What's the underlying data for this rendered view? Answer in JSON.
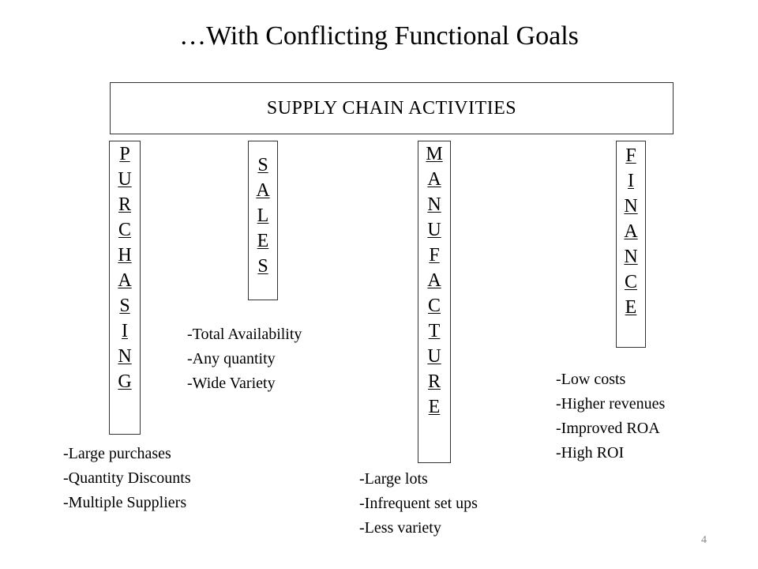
{
  "title": "…With Conflicting Functional Goals",
  "header": "SUPPLY CHAIN ACTIVITIES",
  "functions": [
    {
      "id": "purchasing",
      "letters": [
        "P",
        "U",
        "R",
        "C",
        "H",
        "A",
        "S",
        "I",
        "N",
        "G"
      ],
      "goals": [
        "-Large purchases",
        "-Quantity Discounts",
        "-Multiple Suppliers"
      ]
    },
    {
      "id": "sales",
      "letters": [
        "S",
        "A",
        "L",
        "E",
        "S"
      ],
      "goals": [
        "-Total Availability",
        "-Any quantity",
        "-Wide Variety"
      ]
    },
    {
      "id": "manufacture",
      "letters": [
        "M",
        "A",
        "N",
        "U",
        "F",
        "A",
        "C",
        "T",
        "U",
        "R",
        "E"
      ],
      "goals": [
        "-Large lots",
        "-Infrequent set ups",
        "-Less variety"
      ]
    },
    {
      "id": "finance",
      "letters": [
        "F",
        "I",
        "N",
        "A",
        "N",
        "C",
        "E"
      ],
      "goals": [
        "-Low costs",
        "-Higher revenues",
        "-Improved ROA",
        "-High ROI"
      ]
    }
  ],
  "page_number": "4"
}
